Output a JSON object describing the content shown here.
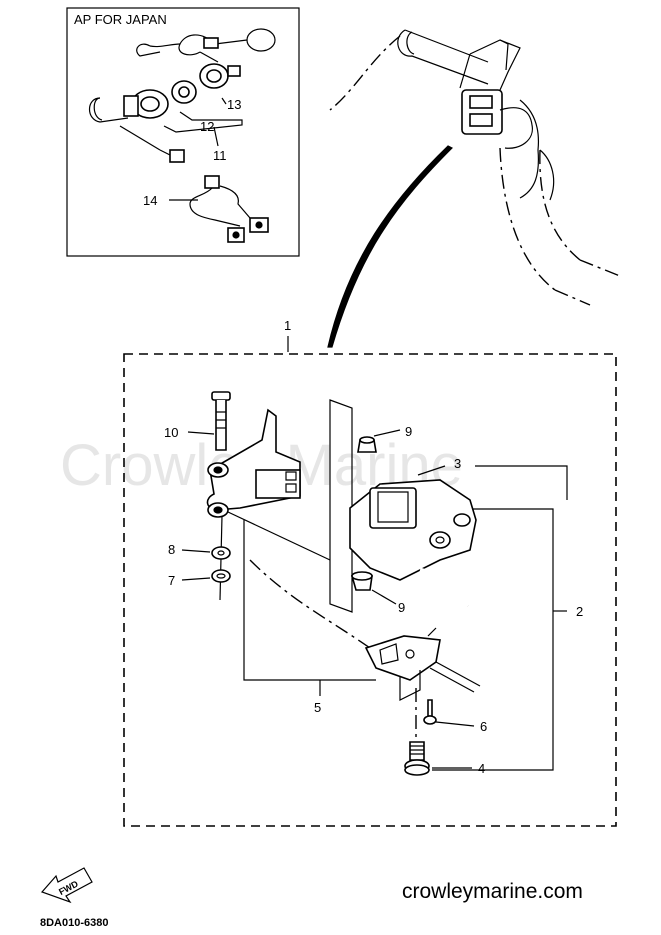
{
  "inset": {
    "title": "AP FOR JAPAN"
  },
  "watermark": "Crowley Marine",
  "callouts": {
    "c1": "1",
    "c2": "2",
    "c3": "3",
    "c4": "4",
    "c5": "5",
    "c6": "6",
    "c7": "7",
    "c8": "8",
    "c9a": "9",
    "c9b": "9",
    "c10": "10",
    "c11": "11",
    "c12": "12",
    "c13": "13",
    "c14": "14"
  },
  "fwd_label": "FWD",
  "footer": {
    "website": "crowleymarine.com",
    "drawing_code": "8DA010-6380"
  }
}
